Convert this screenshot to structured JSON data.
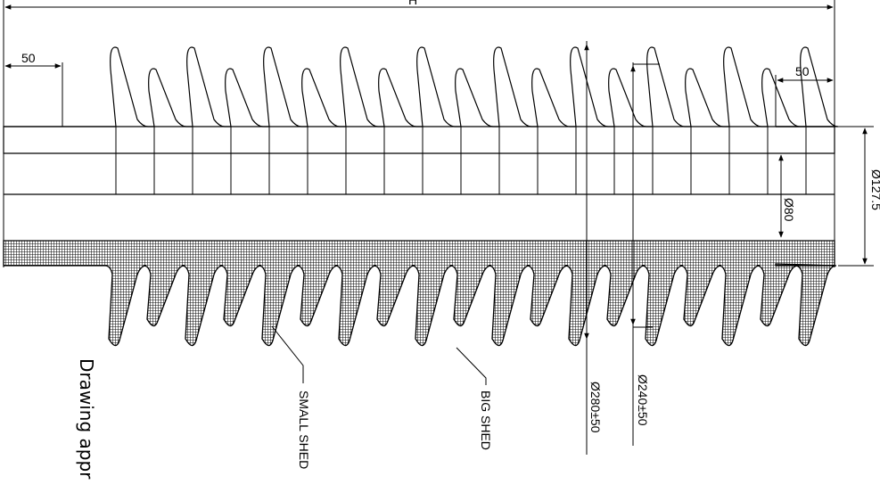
{
  "dimensions": {
    "total_length": "H",
    "left_end": "50",
    "right_end": "50",
    "core_diameter": "Ø80",
    "outer_diameter": "Ø127.5",
    "big_shed_diameter": "Ø280±50",
    "small_shed_diameter": "Ø240±50"
  },
  "labels": {
    "small_shed": "SMALL SHED",
    "big_shed": "BIG SHED"
  },
  "note": "Drawing appr"
}
